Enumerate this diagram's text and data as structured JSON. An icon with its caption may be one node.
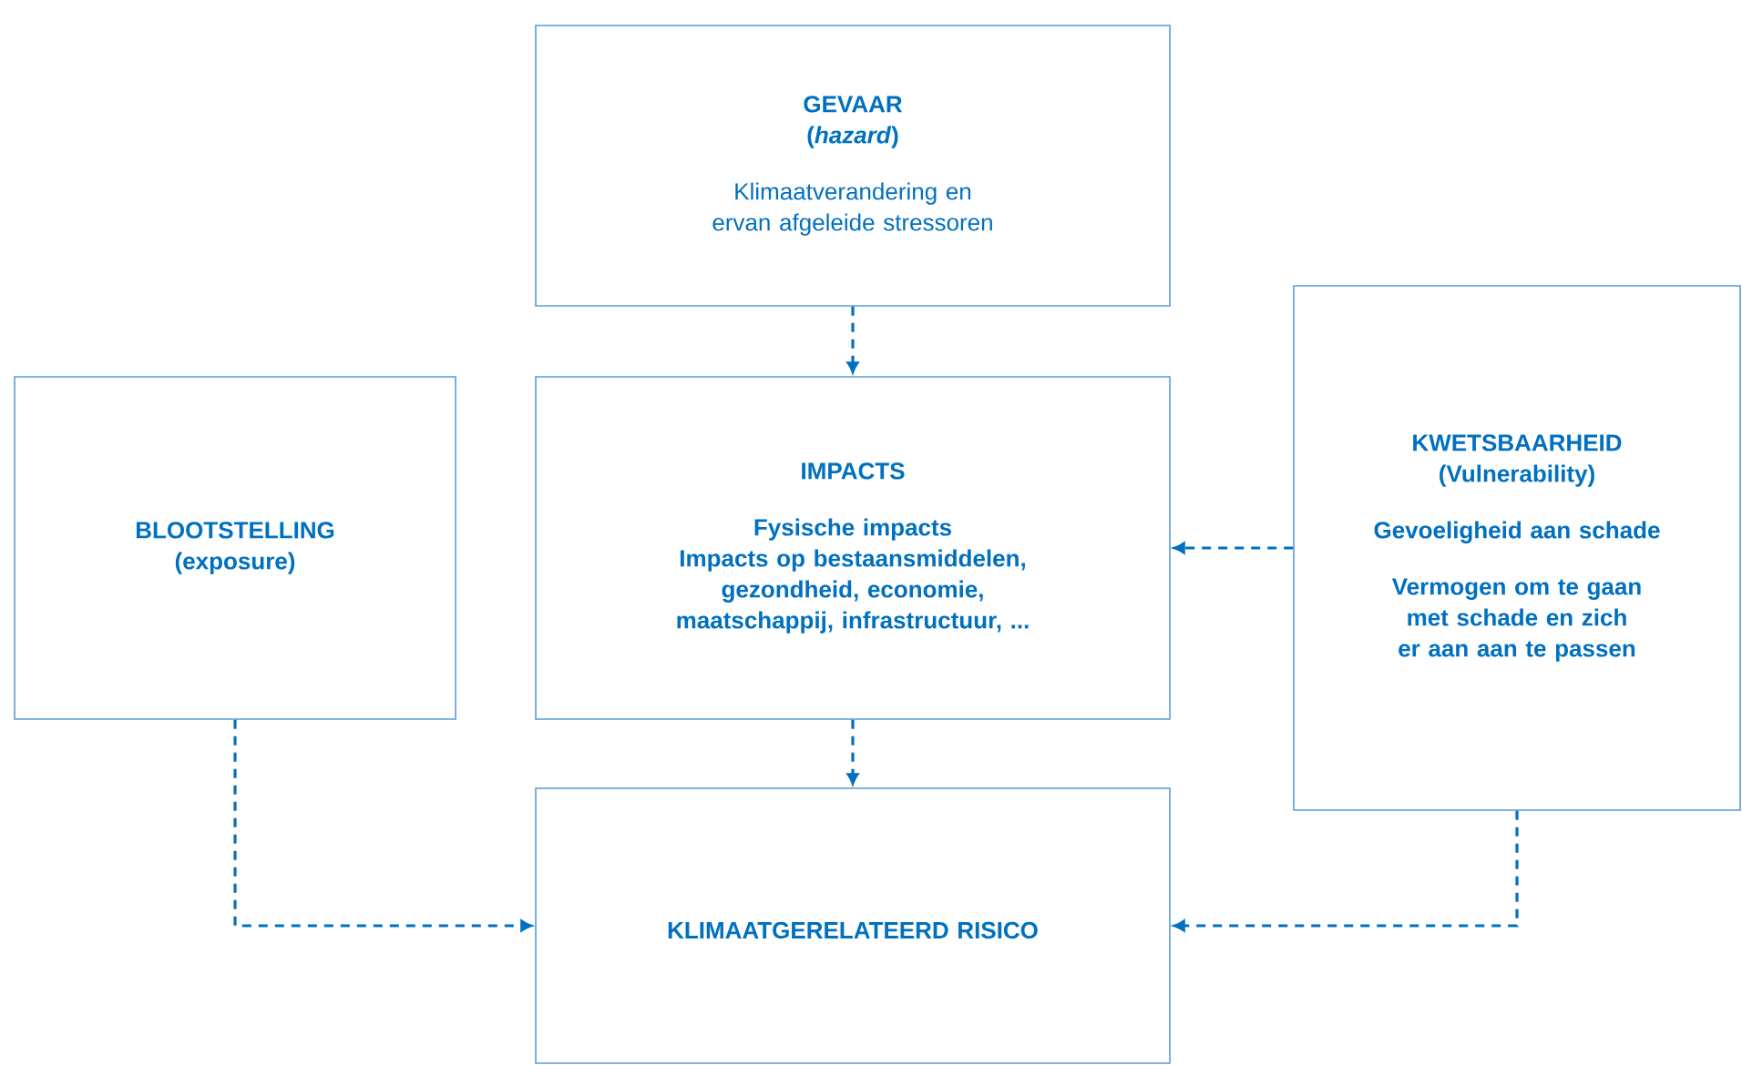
{
  "diagram": {
    "nodes": [
      {
        "text": [
          "GEVAAR",
          "(*hazard*)",
          "Klimaatverandering en ervan afgeleide stressoren"
        ]
      },
      {
        "text": [
          "BLOOTSTELLING",
          "(exposure)"
        ]
      },
      {
        "text": [
          "IMPACTS",
          "Fysische impacts",
          "Impacts op bestaansmiddelen, gezondheid, economie, maatschappij, infrastructuur, ..."
        ]
      },
      {
        "text": [
          "KWETSBAARHEID",
          "(Vulnerability)",
          "Gevoeligheid aan schade",
          "Vermogen om te gaan met schade en zich er aan aan te passen"
        ]
      },
      {
        "text": [
          "KLIMAATGERELATEERD RISICO"
        ]
      }
    ],
    "edges": [
      {
        "from": 0,
        "to": 2,
        "arrow": "to",
        "style": "dashed"
      },
      {
        "from": 3,
        "to": 2,
        "arrow": "to",
        "style": "dashed"
      },
      {
        "from": 2,
        "to": 4,
        "arrow": "to",
        "style": "dashed"
      },
      {
        "from": 1,
        "to": 4,
        "arrow": "to",
        "style": "dashed"
      },
      {
        "from": 3,
        "to": 4,
        "arrow": "to",
        "style": "dashed"
      }
    ]
  }
}
